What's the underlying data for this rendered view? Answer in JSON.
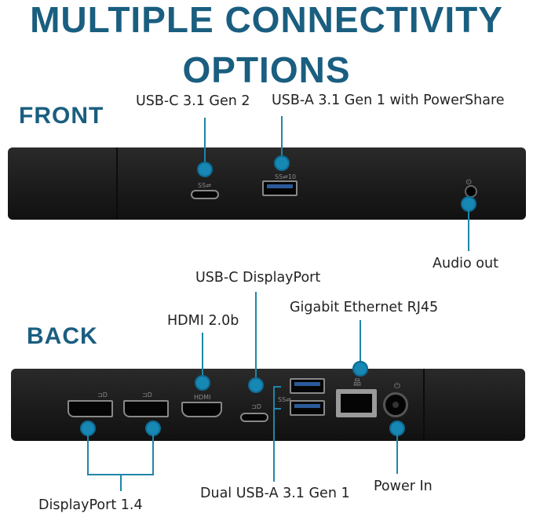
{
  "title_line1": "MULTIPLE CONNECTIVITY",
  "title_line2": "OPTIONS",
  "front": {
    "heading": "FRONT",
    "labels": {
      "usbc": "USB-C 3.1 Gen 2",
      "usba": "USB-A 3.1 Gen 1 with PowerShare",
      "audio": "Audio out"
    }
  },
  "back": {
    "heading": "BACK",
    "labels": {
      "usbc_dp": "USB-C DisplayPort",
      "hdmi": "HDMI 2.0b",
      "ethernet": "Gigabit Ethernet RJ45",
      "displayport": "DisplayPort 1.4",
      "dual_usba": "Dual USB-A 3.1 Gen 1",
      "power": "Power In"
    }
  },
  "colors": {
    "accent": "#1a5e80",
    "dot": "#1787b4",
    "dock": "#1a1a1a"
  },
  "icons": [
    "usb-icon",
    "displayport-icon",
    "hdmi-icon",
    "ethernet-icon",
    "headset-icon",
    "power-icon"
  ]
}
